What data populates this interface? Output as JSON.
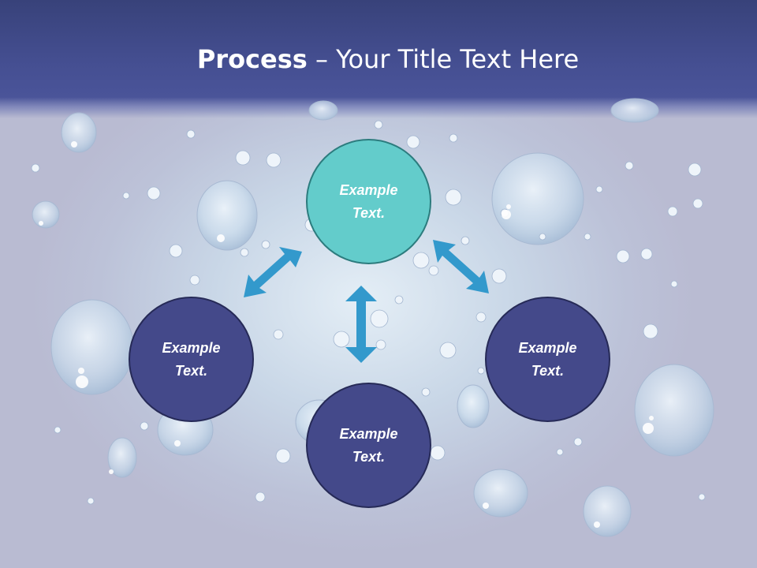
{
  "slide": {
    "title_bold": "Process",
    "title_rest": " – Your Title Text Here"
  },
  "nodes": {
    "top": {
      "text": "Example Text."
    },
    "left": {
      "text": "Example Text."
    },
    "right": {
      "text": "Example Text."
    },
    "bottom": {
      "text": "Example Text."
    }
  },
  "colors": {
    "header": "#454f92",
    "node_dark": "#44498a",
    "node_teal": "#63cccb",
    "arrow": "#3399cc"
  }
}
